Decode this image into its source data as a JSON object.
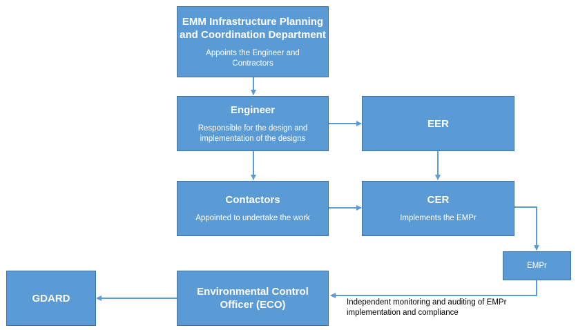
{
  "boxes": {
    "emm": {
      "title": "EMM Infrastructure Planning and Coordination Department",
      "desc": "Appoints the Engineer and Contractors"
    },
    "engineer": {
      "title": "Engineer",
      "desc": "Responsible for the design and implementation of the designs"
    },
    "eer": {
      "title": "EER"
    },
    "contactors": {
      "title": "Contactors",
      "desc": "Appointed to undertake the work"
    },
    "cer": {
      "title": "CER",
      "desc": "Implements the EMPr"
    },
    "empr": {
      "title": "EMPr"
    },
    "eco": {
      "title": "Environmental Control Officer (ECO)"
    },
    "gdard": {
      "title": "GDARD"
    }
  },
  "note": "Independent monitoring and auditing of EMPr implementation and compliance",
  "colors": {
    "box_fill": "#5b9bd5",
    "box_border": "#41719c",
    "connector": "#5b9bd5"
  }
}
